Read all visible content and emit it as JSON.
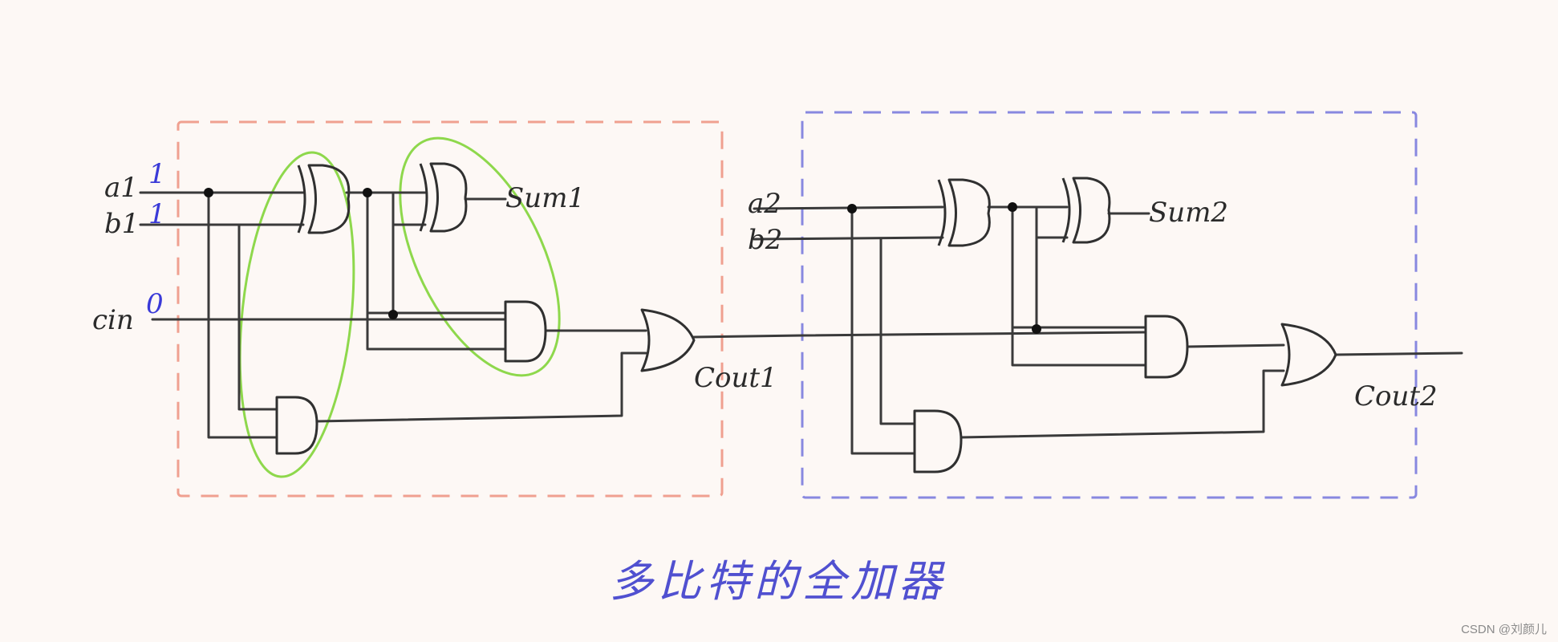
{
  "labels": {
    "a1": "a1",
    "b1": "b1",
    "cin": "cin",
    "a1_value": "1",
    "b1_value": "1",
    "cin_value": "0",
    "sum1": "Sum1",
    "cout1": "Cout1",
    "a2": "a2",
    "b2": "b2",
    "sum2": "Sum2",
    "cout2": "Cout2"
  },
  "caption": "多比特的全加器",
  "watermark": "CSDN @刘颜儿",
  "colors": {
    "stage1_box": "#f0a090",
    "stage2_box": "#8888e0",
    "highlight": "#8ed84c",
    "caption": "#5050d0",
    "value_marks": "#3a3ad8"
  }
}
